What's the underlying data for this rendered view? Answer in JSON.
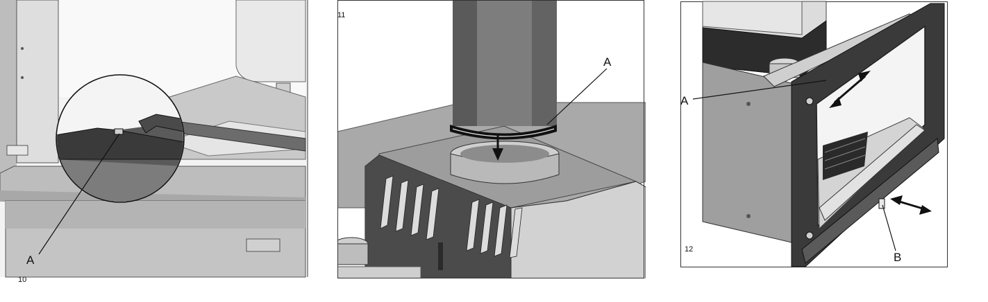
{
  "figures": [
    {
      "number": "10",
      "callouts": [
        "A"
      ]
    },
    {
      "number": "11",
      "callouts": [
        "A"
      ]
    },
    {
      "number": "12",
      "callouts": [
        "A",
        "B"
      ]
    }
  ],
  "colors": {
    "outline": "#111111",
    "metal_light": "#d6d6d6",
    "metal_mid": "#9a9a9a",
    "metal_dark": "#4a4a4a",
    "metal_black": "#1e1e1e"
  }
}
